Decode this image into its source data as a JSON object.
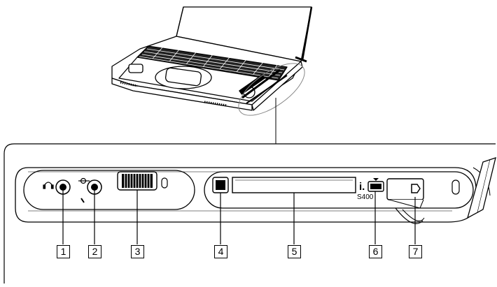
{
  "callouts": [
    {
      "number": "1",
      "part": "headphones-jack"
    },
    {
      "number": "2",
      "part": "microphone-jack"
    },
    {
      "number": "3",
      "part": "jog-dial"
    },
    {
      "number": "4",
      "part": "pc-card-eject-button"
    },
    {
      "number": "5",
      "part": "pc-card-slot"
    },
    {
      "number": "6",
      "part": "ilink-s400-port"
    },
    {
      "number": "7",
      "part": "modem-port"
    }
  ],
  "port_labels": {
    "ilink_mark": "i.",
    "ilink_speed": "S400"
  },
  "icons": [
    "headphones-icon",
    "microphone-icon",
    "ilink-icon",
    "modem-icon"
  ]
}
